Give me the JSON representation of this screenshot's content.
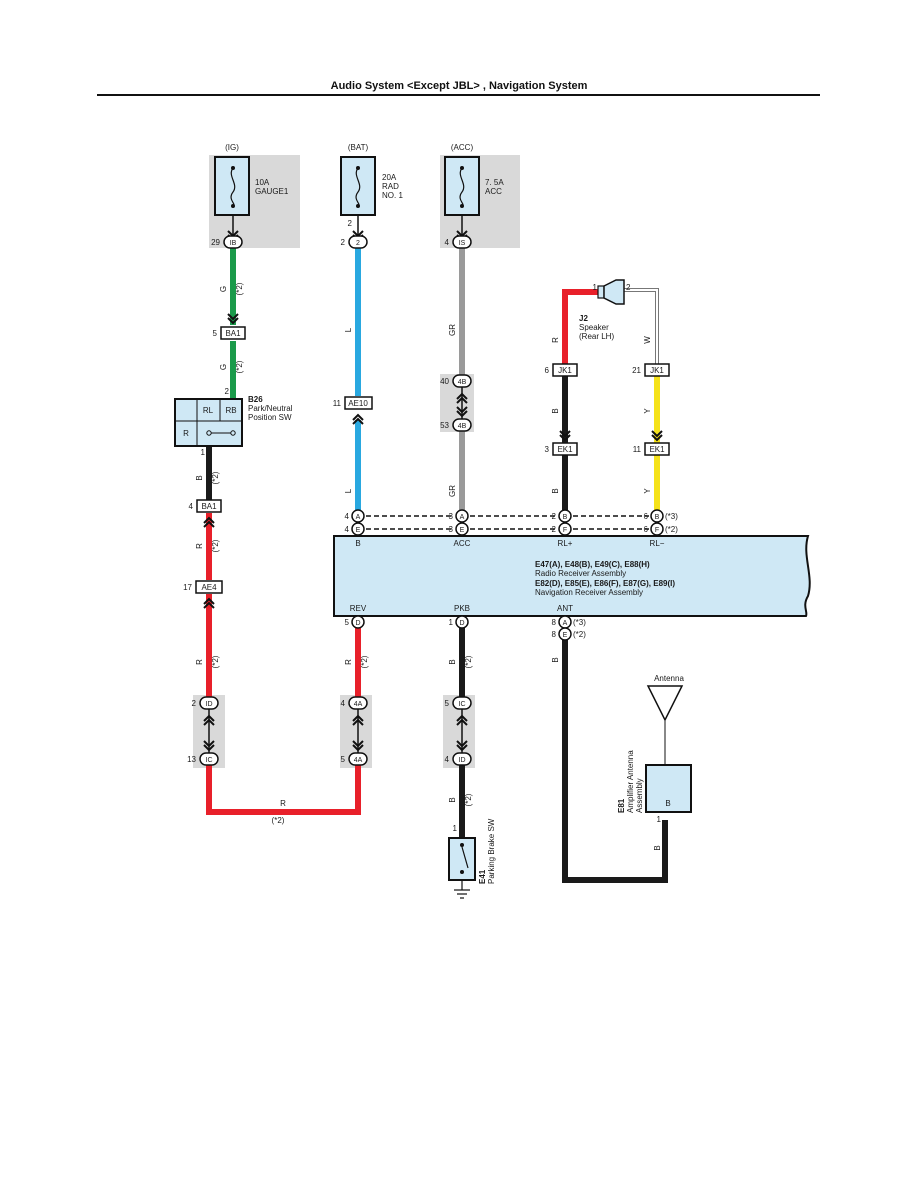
{
  "title": "Audio System <Except JBL> , Navigation System",
  "power_sources": [
    {
      "source": "(IG)",
      "fuse": "10A",
      "fuse_name": "GAUGE1",
      "pin": "29",
      "connector": "IB"
    },
    {
      "source": "(BAT)",
      "fuse": "20A",
      "fuse_name": "RAD",
      "fuse_name2": "NO. 1",
      "pin_top": "2",
      "pin": "2",
      "connector": "2"
    },
    {
      "source": "(ACC)",
      "fuse": "7. 5A",
      "fuse_name": "ACC",
      "pin": "4",
      "connector": "IS"
    }
  ],
  "wire_colors": {
    "G": "G",
    "L": "L",
    "GR": "GR",
    "R": "R",
    "B": "B",
    "W": "W",
    "Y": "Y"
  },
  "notes": {
    "x2": "(*2)",
    "x3": "(*3)"
  },
  "connectors": {
    "ba1_a": {
      "pin": "5",
      "label": "BA1"
    },
    "ba1_b": {
      "pin": "4",
      "label": "BA1"
    },
    "ae10": {
      "pin": "11",
      "label": "AE10"
    },
    "ae4": {
      "pin": "17",
      "label": "AE4"
    },
    "j4b_top": {
      "pin": "40",
      "label": "4B"
    },
    "j4b_bot": {
      "pin": "53",
      "label": "4B"
    },
    "jk1_r": {
      "pin": "6",
      "label": "JK1"
    },
    "jk1_w": {
      "pin": "21",
      "label": "JK1"
    },
    "ek1_b": {
      "pin": "3",
      "label": "EK1"
    },
    "ek1_y": {
      "pin": "11",
      "label": "EK1"
    },
    "id_l": {
      "pin": "2",
      "label": "ID"
    },
    "ic_l": {
      "pin": "13",
      "label": "IC"
    },
    "j4a_top": {
      "pin": "4",
      "label": "4A"
    },
    "j4a_bot": {
      "pin": "5",
      "label": "4A"
    },
    "ic_m": {
      "pin": "5",
      "label": "IC"
    },
    "id_m": {
      "pin": "4",
      "label": "ID"
    }
  },
  "b26": {
    "code": "B26",
    "name": "Park/Neutral",
    "name2": "Position SW",
    "cell_rl": "RL",
    "cell_rb": "RB",
    "cell_r": "R",
    "pin_top": "2",
    "pin_bot": "1"
  },
  "speaker": {
    "code": "J2",
    "name": "Speaker",
    "name2": "(Rear LH)",
    "pin1": "1",
    "pin2": "2"
  },
  "receiver": {
    "line1": "E47(A), E48(B), E49(C), E88(H)",
    "line2": "Radio Receiver Assembly",
    "line3": "E82(D), E85(E), E86(F), E87(G), E89(I)",
    "line4": "Navigation Receiver Assembly",
    "terminals_top": [
      {
        "name": "B",
        "p1": "4",
        "c1": "A",
        "p2": "4",
        "c2": "E"
      },
      {
        "name": "ACC",
        "p1": "3",
        "c1": "A",
        "p2": "3",
        "c2": "E"
      },
      {
        "name": "RL+",
        "p1": "2",
        "c1": "B",
        "p2": "2",
        "c2": "F"
      },
      {
        "name": "RL−",
        "p1": "6",
        "c1": "B",
        "p2": "6",
        "c2": "F"
      }
    ],
    "terminals_bottom": [
      {
        "name": "REV",
        "p": "5",
        "c": "D"
      },
      {
        "name": "PKB",
        "p": "1",
        "c": "D"
      },
      {
        "name": "ANT",
        "p1": "8",
        "c1": "A",
        "p2": "8",
        "c2": "E"
      }
    ]
  },
  "e41": {
    "code": "E41",
    "name": "Parking Brake SW",
    "pin": "1"
  },
  "e81": {
    "code": "E81",
    "name": "Amplifier Antenna",
    "name2": "Assembly",
    "terminal": "B",
    "pin": "1"
  },
  "antenna": {
    "label": "Antenna"
  },
  "colors": {
    "green": "#1a9a4a",
    "blue": "#29a8e0",
    "gray": "#9a9a9a",
    "red": "#e8202a",
    "black": "#1a1a1a",
    "yellow": "#f5e21a",
    "panel": "#cfe8f5",
    "shade": "#d9d9d9"
  }
}
